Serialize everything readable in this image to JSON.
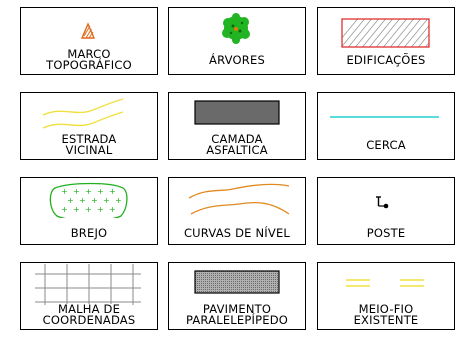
{
  "legend": [
    {
      "id": "marco",
      "lines": [
        "MARCO",
        "TOPOGRÁFICO"
      ],
      "icon": "triangle-marker-icon",
      "color": "#e06a1a"
    },
    {
      "id": "arvores",
      "lines": [
        "ÁRVORES"
      ],
      "icon": "tree-icon",
      "color": "#1fb81f"
    },
    {
      "id": "edificacoes",
      "lines": [
        "EDIFICAÇÕES"
      ],
      "icon": "hatched-building-icon",
      "color": "#e02020"
    },
    {
      "id": "estrada",
      "lines": [
        "ESTRADA",
        "VICINAL"
      ],
      "icon": "road-lines-icon",
      "color": "#f0e040"
    },
    {
      "id": "camada",
      "lines": [
        "CAMADA",
        "ASFALTICA"
      ],
      "icon": "asphalt-rect-icon",
      "color": "#6a6a6a"
    },
    {
      "id": "cerca",
      "lines": [
        "CERCA"
      ],
      "icon": "fence-line-icon",
      "color": "#20d0d0"
    },
    {
      "id": "brejo",
      "lines": [
        "BREJO"
      ],
      "icon": "swamp-icon",
      "color": "#20b020"
    },
    {
      "id": "curvas",
      "lines": [
        "CURVAS DE NÍVEL"
      ],
      "icon": "contour-lines-icon",
      "color": "#e08a20"
    },
    {
      "id": "poste",
      "lines": [
        "POSTE"
      ],
      "icon": "pole-icon",
      "color": "#000000"
    },
    {
      "id": "malha",
      "lines": [
        "MALHA DE",
        "COORDENADAS"
      ],
      "icon": "grid-icon",
      "color": "#808080"
    },
    {
      "id": "pavimento",
      "lines": [
        "PAVIMENTO",
        "PARALELEPÍPEDO"
      ],
      "icon": "paving-rect-icon",
      "color": "#9a9a9a"
    },
    {
      "id": "meiofio",
      "lines": [
        "MEIO-FIO",
        "EXISTENTE"
      ],
      "icon": "curb-dashes-icon",
      "color": "#f0e040"
    }
  ]
}
